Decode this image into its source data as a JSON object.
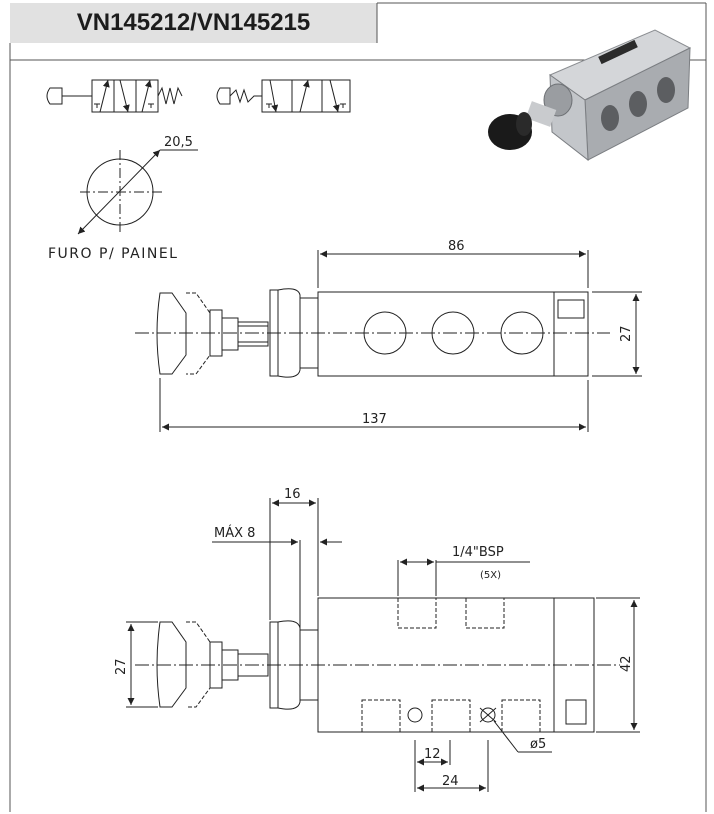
{
  "header": {
    "model_title": "VN145212/VN145215"
  },
  "labels": {
    "panel_hole": "FURO P/ PAINEL",
    "d_panel": "20,5",
    "d_86": "86",
    "d_27_top": "27",
    "d_137": "137",
    "d_16": "16",
    "d_max8": "MÁX 8",
    "d_bsp": "1/4\"BSP",
    "d_5x": "(5X)",
    "d_42": "42",
    "d_27_bottom": "27",
    "d_phi5": "ø5",
    "d_12": "12",
    "d_24": "24"
  },
  "colors": {
    "tab": "#e1e1e1",
    "line": "#222222",
    "photo_body": "#b9bcc0",
    "knob": "#1a1a1a"
  },
  "icons": [
    "pushbutton-symbol-icon",
    "spring-return-symbol-icon",
    "valve-photo"
  ]
}
